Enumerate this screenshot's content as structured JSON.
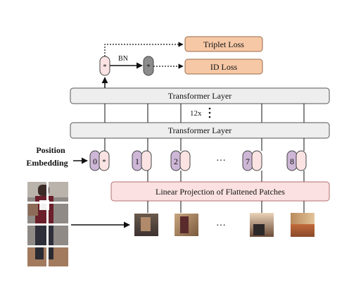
{
  "losses": {
    "triplet": "Triplet Loss",
    "id": "ID Loss",
    "bn": "BN"
  },
  "cls_token": {
    "symbol": "*"
  },
  "transformer": {
    "top_label": "Transformer Layer",
    "bottom_label": "Transformer Layer",
    "repeat": "12x"
  },
  "position_embedding": {
    "line1": "Position",
    "line2": "Embedding"
  },
  "tokens": [
    {
      "label": "0",
      "second": "*"
    },
    {
      "label": "1",
      "second": ""
    },
    {
      "label": "2",
      "second": ""
    },
    {
      "label": "7",
      "second": ""
    },
    {
      "label": "8",
      "second": ""
    }
  ],
  "ellipsis": "···",
  "projection_label": "Linear Projection of Flattened Patches",
  "colors": {
    "loss_fill": "#f6c8a6",
    "loss_stroke": "#9a6b4a",
    "layer_fill": "#eeeeee",
    "layer_stroke": "#555555",
    "projection_fill": "#fbe1e1",
    "projection_stroke": "#b07070",
    "pos_fill": "#cdb6d6",
    "patch_fill": "#fbe3e3",
    "token_stroke": "#444444",
    "bn_fill": "#8c8c8c"
  }
}
